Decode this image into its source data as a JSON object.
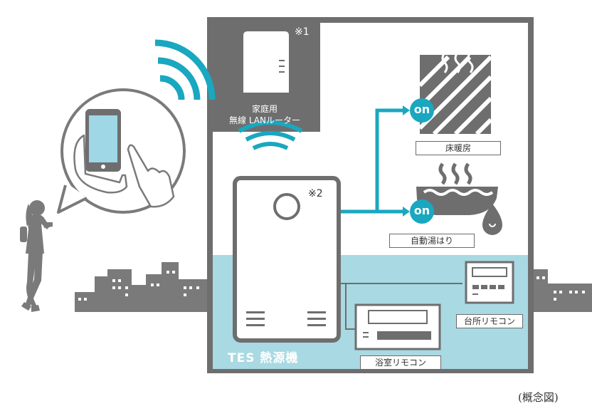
{
  "router": {
    "note_mark": "※1",
    "label_line1": "家庭用",
    "label_line2": "無線 LANルーター"
  },
  "heat_source": {
    "note_mark": "※2",
    "name": "TES 熱源機"
  },
  "floor_heating": {
    "state": "on",
    "label": "床暖房"
  },
  "auto_bath": {
    "state": "on",
    "label": "自動湯はり"
  },
  "remotes": {
    "kitchen": "台所リモコン",
    "bathroom": "浴室リモコン"
  },
  "caption": "(概念図)",
  "colors": {
    "accent": "#1aa7c0",
    "house_gray": "#6e6e6e",
    "floor_band": "#a9d9e3",
    "city": "#7a7a7a"
  }
}
